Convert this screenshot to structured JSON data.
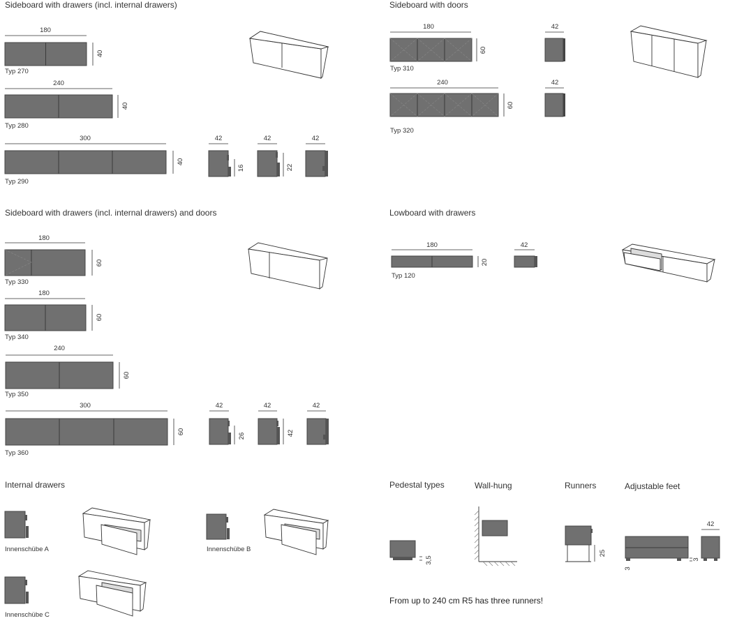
{
  "sections": {
    "sideboard_drawers": "Sideboard with drawers (incl. internal drawers)",
    "sideboard_doors": "Sideboard with doors",
    "sideboard_drawers_doors": "Sideboard with drawers (incl. internal drawers) and doors",
    "lowboard_drawers": "Lowboard with drawers",
    "internal_drawers": "Internal drawers",
    "pedestal_types": "Pedestal types",
    "wall_hung": "Wall-hung",
    "runners": "Runners",
    "adjustable_feet": "Adjustable feet"
  },
  "types": {
    "t270": "Typ 270",
    "t280": "Typ 280",
    "t290": "Typ 290",
    "t310": "Typ 310",
    "t320": "Typ 320",
    "t330": "Typ 330",
    "t340": "Typ 340",
    "t350": "Typ 350",
    "t360": "Typ 360",
    "t120": "Typ 120"
  },
  "dims": {
    "w180": "180",
    "w240": "240",
    "w300": "300",
    "d42": "42",
    "h40": "40",
    "h60": "60",
    "h20": "20",
    "h16": "16",
    "h22": "22",
    "h26": "26",
    "h42": "42",
    "h3_5": "3,5",
    "h25": "25",
    "h3": "3"
  },
  "internal": {
    "a": "Innenschübe A",
    "b": "Innenschübe B",
    "c": "Innenschübe C"
  },
  "note": "From up to 240 cm R5 has three runners!"
}
